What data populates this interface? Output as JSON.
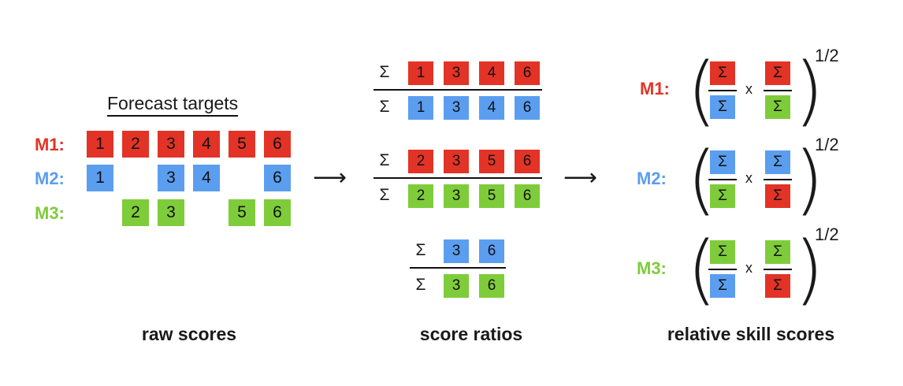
{
  "targets_title": "Forecast targets",
  "models": [
    {
      "label": "M1:",
      "color": "#e33327",
      "targets": [
        "1",
        "2",
        "3",
        "4",
        "5",
        "6"
      ]
    },
    {
      "label": "M2:",
      "color": "#5b9ef0",
      "targets": [
        "1",
        "3",
        "4",
        "6"
      ]
    },
    {
      "label": "M3:",
      "color": "#7fcc3a",
      "targets": [
        "2",
        "3",
        "5",
        "6"
      ]
    }
  ],
  "sigma": "Σ",
  "ratios": [
    {
      "num": [
        "1",
        "3",
        "4",
        "6"
      ],
      "den": [
        "1",
        "3",
        "4",
        "6"
      ]
    },
    {
      "num": [
        "2",
        "3",
        "5",
        "6"
      ],
      "den": [
        "2",
        "3",
        "5",
        "6"
      ]
    },
    {
      "num": [
        "3",
        "6"
      ],
      "den": [
        "3",
        "6"
      ]
    }
  ],
  "arrow": "⟶",
  "times": "x",
  "exponent": "1/2",
  "captions": {
    "raw": "raw scores",
    "ratios": "score ratios",
    "relative": "relative skill scores"
  }
}
